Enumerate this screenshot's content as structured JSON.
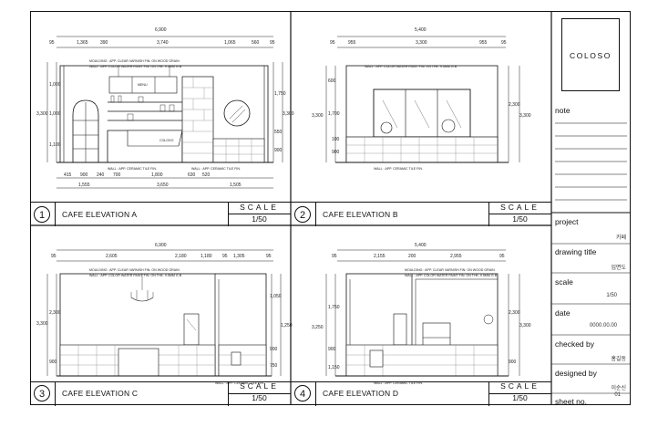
{
  "panels": [
    {
      "number": "1",
      "title": "CAFE ELEVATION A",
      "scale_label": "SCALE",
      "scale_value": "1/50",
      "dims": {
        "overall": "6,900",
        "top": [
          "95",
          "1,365",
          "390",
          "3,740",
          "1,065",
          "560",
          "95"
        ],
        "left": [
          "3,300",
          "1,000",
          "1,000",
          "1,100"
        ],
        "right": [
          "1,750",
          "3,300",
          "550",
          "900"
        ],
        "bottom1": [
          "415",
          "900",
          "240",
          "700",
          "1,800",
          "630",
          "520"
        ],
        "bottom2": [
          "1,555",
          "3,650",
          "1,505"
        ]
      },
      "notes": [
        "MOULDING : APP. CLEAR VARNISH FIN. ON WOOD GRAIN",
        "WALL : APP. COLOR WATER PAINT FIN. ON THK. 9.5MM G.B",
        "WALL : APP. CERAMIC TILE FIN.",
        "WALL : APP. CERAMIC TILE FIN."
      ],
      "signs": [
        "MENU",
        "COLOSO"
      ]
    },
    {
      "number": "2",
      "title": "CAFE ELEVATION B",
      "scale_label": "SCALE",
      "scale_value": "1/50",
      "dims": {
        "overall": "5,400",
        "top": [
          "95",
          "955",
          "3,300",
          "955",
          "95"
        ],
        "left": [
          "3,300",
          "600",
          "1,700",
          "100",
          "900"
        ],
        "right": [
          "2,300",
          "3,300"
        ]
      },
      "notes": [
        "WALL : APP. COLOR WATER PAINT FIN. ON THK. 9.5MM G.B",
        "WALL : APP. CERAMIC TILE FIN."
      ]
    },
    {
      "number": "3",
      "title": "CAFE ELEVATION C",
      "scale_label": "SCALE",
      "scale_value": "1/50",
      "dims": {
        "overall": "6,900",
        "top": [
          "95",
          "2,605",
          "2,180",
          "1,180",
          "95",
          "1,305",
          "95"
        ],
        "left": [
          "3,300",
          "2,300",
          "900"
        ],
        "right": [
          "1,050",
          "1,250",
          "900",
          "750"
        ]
      },
      "notes": [
        "MOULDING : APP. CLEAR VARNISH FIN. ON WOOD GRAIN",
        "WALL : APP. COLOR WATER PAINT FIN. ON THK. 9.5MM G.B",
        "WALL : APP. CERAMIC TILE FIN."
      ]
    },
    {
      "number": "4",
      "title": "CAFE ELEVATION D",
      "scale_label": "SCALE",
      "scale_value": "1/50",
      "dims": {
        "overall": "5,400",
        "top": [
          "95",
          "2,155",
          "200",
          "2,955",
          "95"
        ],
        "left": [
          "3,250",
          "1,750",
          "900",
          "1,150"
        ],
        "right": [
          "2,300",
          "3,300",
          "900"
        ]
      },
      "notes": [
        "MOULDING : APP. CLEAR VARNISH FIN. ON WOOD GRAIN",
        "WALL : APP. COLOR WATER PAINT FIN. ON THK. 9.5MM G.B",
        "WALL : APP. CERAMIC TILE FIN."
      ]
    }
  ],
  "title_block": {
    "logo": "COLOSO",
    "note_label": "note",
    "fields": [
      {
        "label": "project",
        "value": "카페"
      },
      {
        "label": "drawing title",
        "value": "입면도"
      },
      {
        "label": "scale",
        "value": "1/50"
      },
      {
        "label": "date",
        "value": "0000.00.00"
      },
      {
        "label": "checked by",
        "value": "홍길동"
      },
      {
        "label": "designed by",
        "value": "이순신"
      },
      {
        "label": "sheet no.",
        "value": "01"
      }
    ]
  },
  "colors": {
    "line": "#111111",
    "wall_fill": "#f4f4f4",
    "tile": "#888888"
  }
}
